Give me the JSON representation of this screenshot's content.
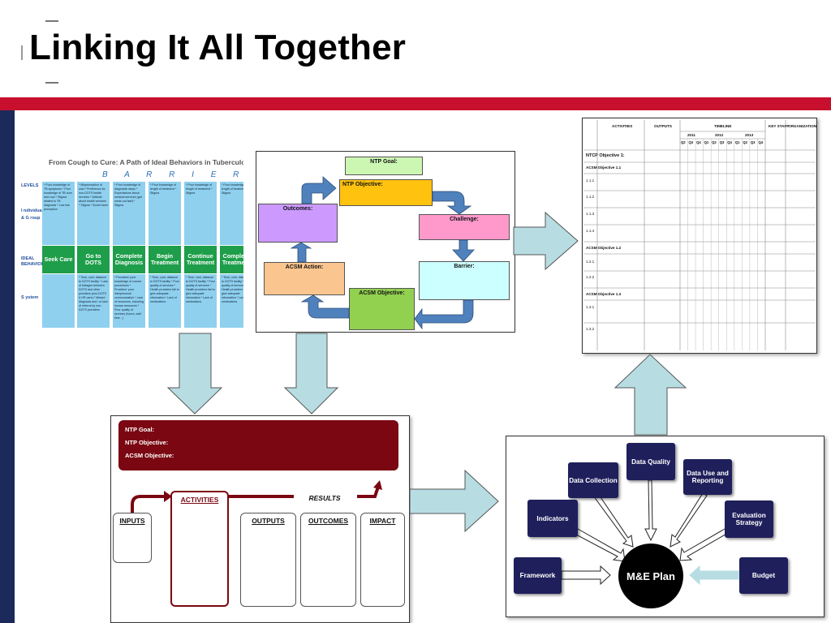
{
  "slide": {
    "title": "Linking It All Together"
  },
  "barriers_panel": {
    "title": "From Cough to Cure: A Path of Ideal Behaviors in Tuberculosis Control",
    "barriers_word": "B A R R I E R S",
    "levels_label": "LEVELS",
    "ig_label": "I ndividual & G roup",
    "ideal_label": "IDEAL BEHAVIOR",
    "s_label": "S ystem",
    "behaviors": [
      "Seek Care",
      "Go to DOTS",
      "Complete Diagnosis",
      "Begin Treatment",
      "Continue Treatment",
      "Complete Treatment"
    ],
    "top_notes": [
      "* Poor knowledge of TB symptoms * Poor knowledge of TB cure and cost * Stigma related to TB diagnosis * Low risk perception",
      "* Misperception of cost * Preference for non-DOTS health services * Attitude about health services * Stigma * Social harm",
      "* Poor knowledge of diagnostic steps * Expectations about medical services (get meds out fast) * Stigma",
      "* Poor knowledge of length of treatment * Stigma",
      "* Poor knowledge of length of treatment * Stigma",
      "* Poor knowledge of length of treatment * Stigma"
    ],
    "bottom_notes": [
      "",
      "* Time, cost, distance to DOTS facility * Lack of linkages between DOTS and other providers (non-DOTS & HR care) * Missed diagnosis and / or lack of referral by non-DOTS providers",
      "* Providers' poor knowledge of correct procedures * Providers' poor interpersonal communication * Lack of resources, including human resources * Poor quality of services (hours, wait time...)",
      "* Time, cost, distance to DOTS facility * Poor quality of services * Health providers fail to give adequate information * Lack of medications",
      "* Time, cost, distance to DOTS facility * Poor quality of services * Health providers fail to give adequate information * Lack of medications",
      "* Time, cost, distance to DOTS facility * Poor quality of services * Health providers fail to give adequate information * Lack of medications"
    ]
  },
  "cycle_panel": {
    "ntp_goal": "NTP Goal:",
    "ntp_objective": "NTP Objective:",
    "challenge": "Challenge:",
    "barrier": "Barrier:",
    "acsm_objective": "ACSM Objective:",
    "acsm_action": "ACSM Action:",
    "outcomes": "Outcomes:"
  },
  "table_panel": {
    "headers": [
      "ACTIVITIES",
      "OUTPUTS",
      "TIMELINE",
      "KEY STAFF",
      "ORGANIZATION"
    ],
    "years": [
      "2011",
      "2012",
      "2013"
    ],
    "quarters": [
      "Q2",
      "Q3",
      "Q4",
      "Q1",
      "Q2",
      "Q3",
      "Q4",
      "Q1",
      "Q2",
      "Q3",
      "Q4"
    ],
    "ntcp_objective": "NTCP Objective 1:",
    "acsm_objectives": [
      "ACSM Objective 1.1",
      "ACSM Objective 1.2",
      "ACSM Objective 1.3"
    ],
    "rows_11": [
      "1.1.1",
      "1.1.2",
      "1.1.3",
      "1.1.4"
    ],
    "rows_12": [
      "1.2.1",
      "1.2.2"
    ],
    "rows_13": [
      "1.3.1",
      "1.3.2"
    ]
  },
  "logic_panel": {
    "ntp_goal": "NTP Goal:",
    "ntp_objective": "NTP Objective:",
    "acsm_objective": "ACSM Objective:",
    "inputs": "INPUTS",
    "activities": "ACTIVITIES",
    "results": "RESULTS",
    "outputs": "OUTPUTS",
    "outcomes": "OUTCOMES",
    "impact": "IMPACT"
  },
  "me_panel": {
    "center": "M&E Plan",
    "data_quality": "Data Quality",
    "data_collection": "Data Collection",
    "data_use": "Data Use and Reporting",
    "indicators": "Indicators",
    "evaluation": "Evaluation Strategy",
    "framework": "Framework",
    "budget": "Budget"
  },
  "colors": {
    "red_band": "#c8102e",
    "navy": "#1b2a5a",
    "arrow_fill": "#b7dde3",
    "logic_red": "#7a0711",
    "me_node": "#1f1f5c"
  }
}
